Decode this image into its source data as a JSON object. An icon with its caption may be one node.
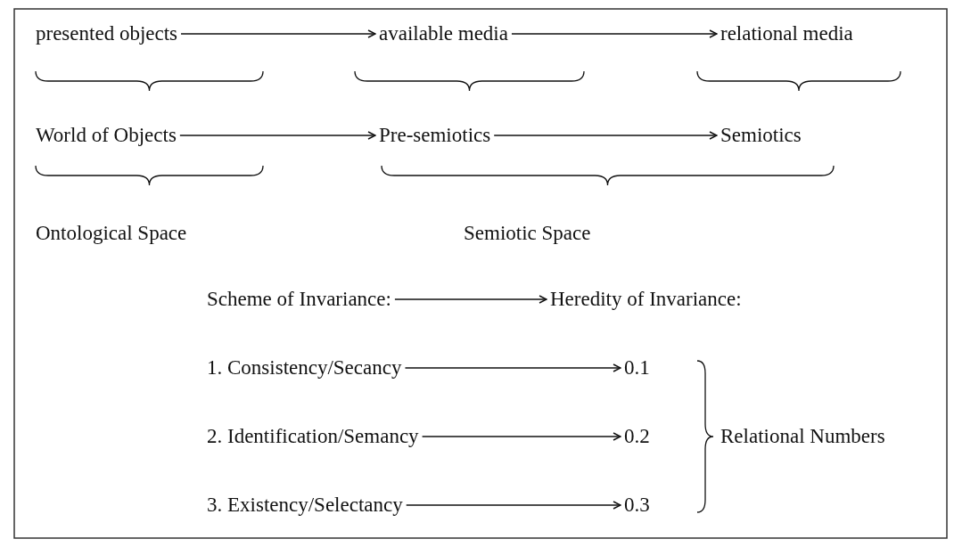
{
  "diagram": {
    "nodes": [
      {
        "text": [
          "presented objects"
        ]
      },
      {
        "text": [
          "available media"
        ]
      },
      {
        "text": [
          "relational media"
        ]
      },
      {
        "text": [
          "World of Objects"
        ]
      },
      {
        "text": [
          "Pre-semiotics"
        ]
      },
      {
        "text": [
          "Semiotics"
        ]
      },
      {
        "text": [
          "Scheme of Invariance:"
        ]
      },
      {
        "text": [
          "Heredity of Invariance:"
        ]
      },
      {
        "text": [
          "1. Consistency/Secancy"
        ]
      },
      {
        "text": [
          "0.1"
        ]
      },
      {
        "text": [
          "2. Identification/Semancy"
        ]
      },
      {
        "text": [
          "0.2"
        ]
      },
      {
        "text": [
          "3. Existency/Selectancy"
        ]
      },
      {
        "text": [
          "0.3"
        ]
      }
    ],
    "edges": [
      {
        "from": 0,
        "to": 1,
        "arrow": "to"
      },
      {
        "from": 1,
        "to": 2,
        "arrow": "to"
      },
      {
        "from": 3,
        "to": 4,
        "arrow": "to"
      },
      {
        "from": 4,
        "to": 5,
        "arrow": "to"
      },
      {
        "from": 6,
        "to": 7,
        "arrow": "to"
      },
      {
        "from": 8,
        "to": 9,
        "arrow": "to"
      },
      {
        "from": 10,
        "to": 11,
        "arrow": "to"
      },
      {
        "from": 12,
        "to": 13,
        "arrow": "to"
      }
    ],
    "labels": [
      "Ontological Space",
      "Semiotic Space",
      "Relational Numbers"
    ]
  }
}
